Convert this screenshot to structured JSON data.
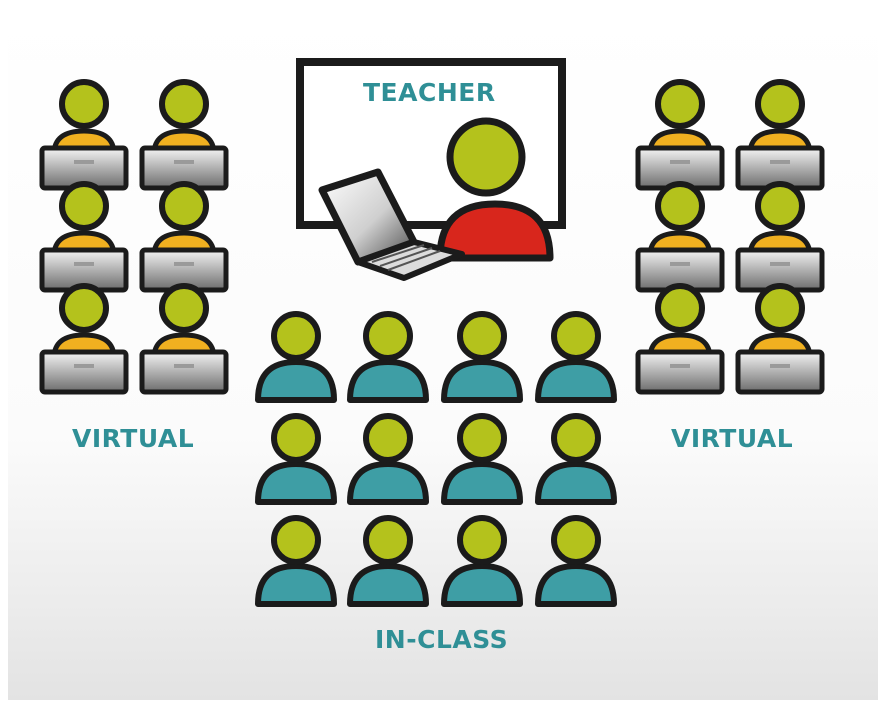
{
  "labels": {
    "teacher": "TEACHER",
    "virtual_left": "VIRTUAL",
    "virtual_right": "VIRTUAL",
    "in_class": "IN-CLASS"
  },
  "groups": {
    "virtual_left": {
      "rows": 3,
      "cols": 2,
      "icon": "student-laptop-icon"
    },
    "virtual_right": {
      "rows": 3,
      "cols": 2,
      "icon": "student-laptop-icon"
    },
    "in_class": {
      "rows": 3,
      "cols": 4,
      "icon": "student-icon"
    }
  },
  "colors": {
    "head": "#b4c21c",
    "outline": "#1b1b1b",
    "student_body": "#3e9ea5",
    "virtual_body": "#f0b020",
    "teacher_body": "#d8261c",
    "label_text": "#2f8f96",
    "board": "#ffffff"
  }
}
